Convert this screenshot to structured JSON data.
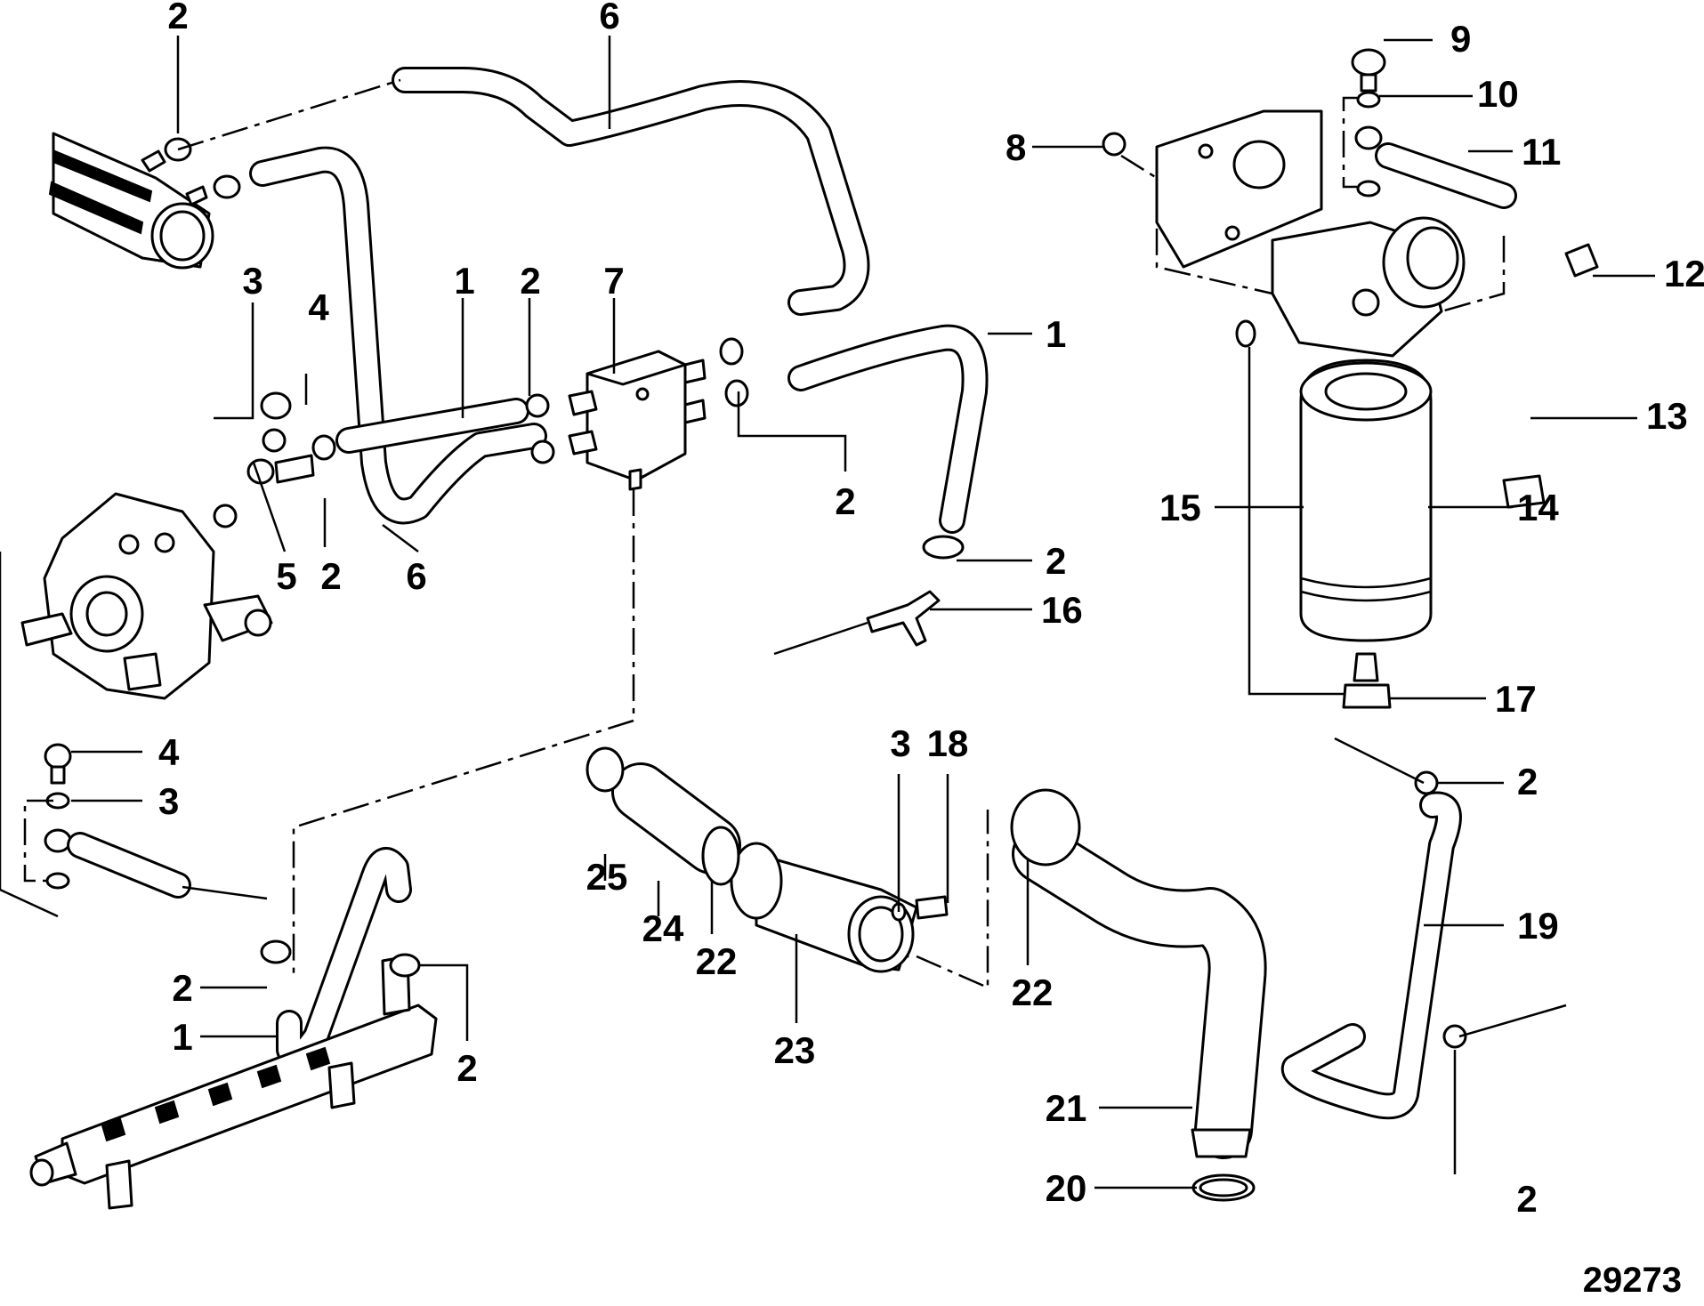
{
  "figure_number": "29273",
  "callouts": {
    "c2_top_left": "2",
    "c6_top": "6",
    "c9": "9",
    "c10": "10",
    "c8": "8",
    "c11": "11",
    "c12": "12",
    "c13": "13",
    "c3_mid": "3",
    "c4_mid": "4",
    "c1_mid": "1",
    "c2_mid": "2",
    "c7": "7",
    "c1_right": "1",
    "c2_valve": "2",
    "c15": "15",
    "c14": "14",
    "c5": "5",
    "c2_pump": "2",
    "c6_bottom": "6",
    "c2_tee": "2",
    "c16": "16",
    "c17": "17",
    "c4_lower": "4",
    "c3_lower": "3",
    "c3_bottom": "3",
    "c18": "18",
    "c2_lower_right": "2",
    "c19": "19",
    "c25": "25",
    "c24": "24",
    "c22_left": "22",
    "c22_right": "22",
    "c23": "23",
    "c2_rail_left": "2",
    "c1_rail": "1",
    "c2_rail_right": "2",
    "c21": "21",
    "c20": "20",
    "c2_bottom_right": "2"
  }
}
